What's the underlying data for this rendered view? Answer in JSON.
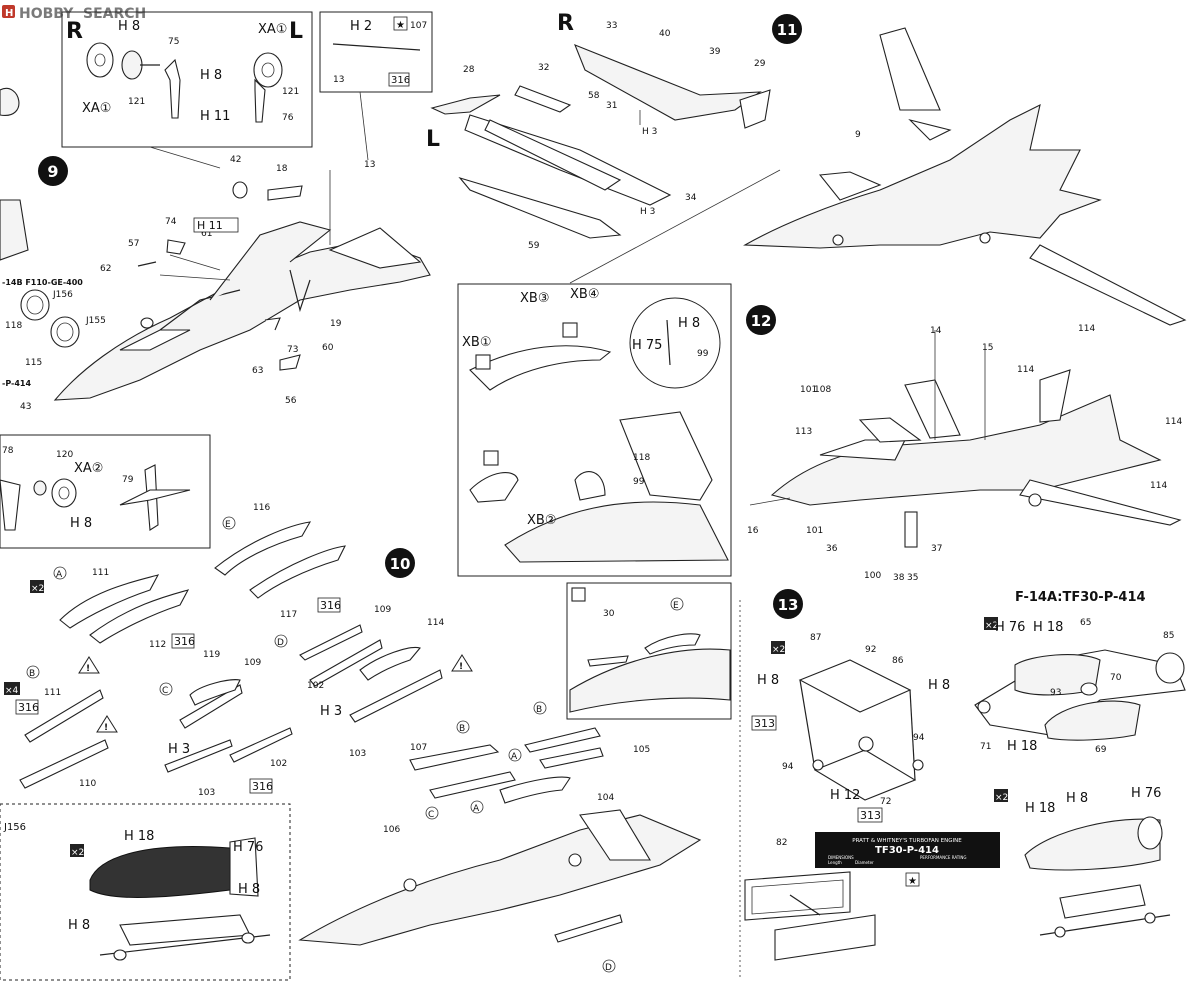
{
  "watermark": {
    "brand": "HOBBY",
    "suffix": "SEARCH"
  },
  "steps": [
    "9",
    "10",
    "11",
    "12",
    "13"
  ],
  "side_labels": {
    "right": "R",
    "left": "L"
  },
  "codes": {
    "h8": "H 8",
    "h11": "H 11",
    "h2": "H 2",
    "h3": "H 3",
    "h12": "H 12",
    "h18": "H 18",
    "h76": "H 76",
    "h75": "H 75",
    "xa1": "XA①",
    "xa2": "XA②",
    "xb1": "XB①",
    "xb2": "XB②",
    "xb3": "XB③",
    "xb4": "XB④",
    "b316": "316",
    "b313": "313",
    "j156": "J156",
    "j155": "J155"
  },
  "letters": {
    "a": "A",
    "b": "B",
    "c": "C",
    "d": "D",
    "e": "E"
  },
  "multipliers": {
    "x2": "×2",
    "x4": "×4"
  },
  "engine_labels": {
    "f110": "-14B F110-GE-400",
    "tf30_short": "-P-414",
    "f14a": "F-14A:TF30-P-414"
  },
  "nameplate": {
    "header": "PRATT & WHITNEY'S TURBOFAN ENGINE",
    "model": "TF30-P-414",
    "dimensions": "DIMENSIONS",
    "performance": "PERFORMANCE RATING",
    "length": "Length",
    "diameter": "Diameter"
  },
  "part_numbers": {
    "p107": "107",
    "p13": "13",
    "p75": "75",
    "p121": "121",
    "p76": "76",
    "p42": "42",
    "p18": "18",
    "p74": "74",
    "p61": "61",
    "p57": "57",
    "p62": "62",
    "p19": "19",
    "p60": "60",
    "p73": "73",
    "p63": "63",
    "p56": "56",
    "p43": "43",
    "p118": "118",
    "p115": "115",
    "p28": "28",
    "p32": "32",
    "p31": "31",
    "p34": "34",
    "p59": "59",
    "p33": "33",
    "p40": "40",
    "p39": "39",
    "p58": "58",
    "p29": "29",
    "p9": "9",
    "p14": "14",
    "p15": "15",
    "p114": "114",
    "p101": "101",
    "p108": "108",
    "p113": "113",
    "p16": "16",
    "p36": "36",
    "p37": "37",
    "p38": "38",
    "p35": "35",
    "p99": "99",
    "p78": "78",
    "p120": "120",
    "p79": "79",
    "p116": "116",
    "p111": "111",
    "p112": "112",
    "p117": "117",
    "p110": "110",
    "p109": "109",
    "p102": "102",
    "p103": "103",
    "p119": "119",
    "p30": "30",
    "p104": "104",
    "p105": "105",
    "p106": "106",
    "p87": "87",
    "p92": "92",
    "p86": "86",
    "p94": "94",
    "p72": "72",
    "p82": "82",
    "p65": "65",
    "p85": "85",
    "p70": "70",
    "p93": "93",
    "p71": "71",
    "p69": "69",
    "p100": "100"
  }
}
